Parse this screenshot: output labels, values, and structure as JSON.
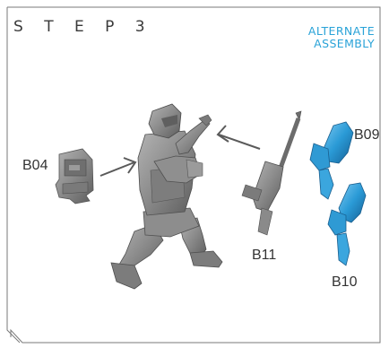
{
  "step": {
    "title": "S T E P   3"
  },
  "alternate": {
    "line1": "ALTERNATE",
    "line2": "ASSEMBLY"
  },
  "parts": {
    "b04": "B04",
    "b09": "B09",
    "b10": "B10",
    "b11": "B11"
  },
  "colors": {
    "grey_part": "#8a8a8a",
    "blue_part": "#2a9ad6",
    "accent": "#2aa3d8"
  }
}
